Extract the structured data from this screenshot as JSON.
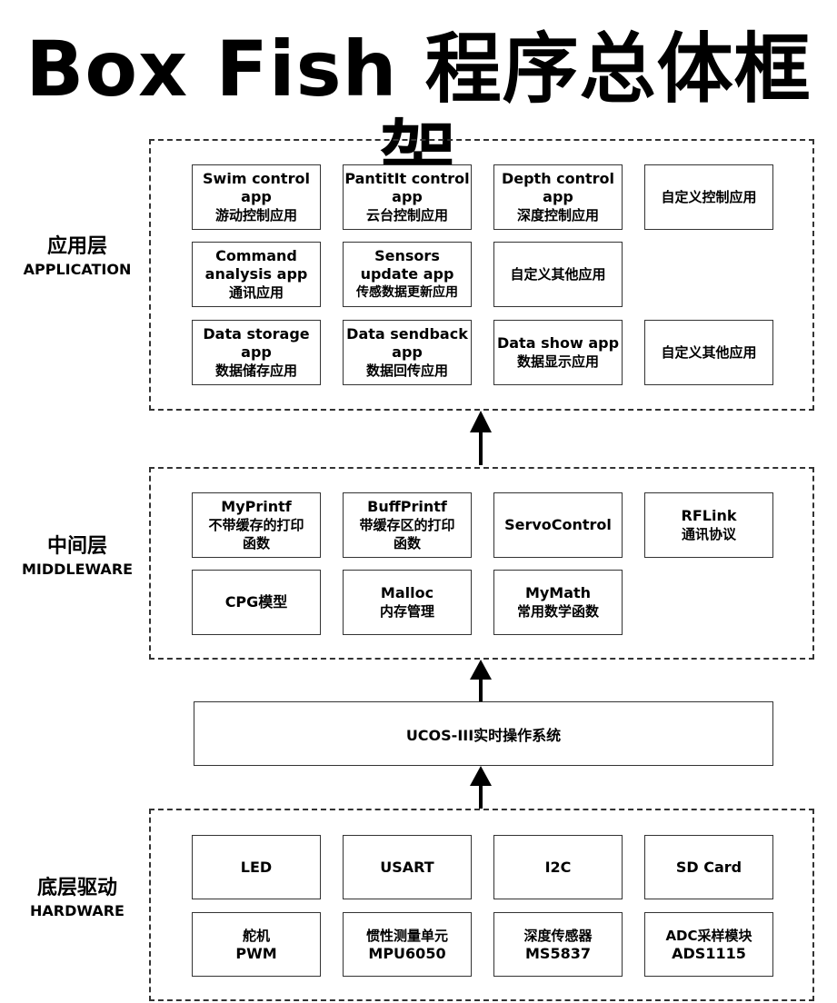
{
  "title": "Box Fish 程序总体框架",
  "layers": {
    "application": {
      "cn": "应用层",
      "en": "APPLICATION"
    },
    "middleware": {
      "cn": "中间层",
      "en": "MIDDLEWARE"
    },
    "hardware": {
      "cn": "底层驱动",
      "en": "HARDWARE"
    }
  },
  "app": {
    "r1c1": {
      "l1": "Swim control",
      "l2": "app",
      "l3": "游动控制应用"
    },
    "r1c2": {
      "l1": "PantitIt control",
      "l2": "app",
      "l3": "云台控制应用"
    },
    "r1c3": {
      "l1": "Depth control",
      "l2": "app",
      "l3": "深度控制应用"
    },
    "r1c4": {
      "l1": "自定义控制应用"
    },
    "r2c1": {
      "l1": "Command",
      "l2": "analysis app",
      "l3": "通讯应用"
    },
    "r2c2": {
      "l1": "Sensors",
      "l2": "update app",
      "l3": "传感数据更新应用"
    },
    "r2c3": {
      "l1": "自定义其他应用"
    },
    "r3c1": {
      "l1": "Data storage",
      "l2": "app",
      "l3": "数据储存应用"
    },
    "r3c2": {
      "l1": "Data sendback",
      "l2": "app",
      "l3": "数据回传应用"
    },
    "r3c3": {
      "l1": "Data show app",
      "l2": "数据显示应用"
    },
    "r3c4": {
      "l1": "自定义其他应用"
    }
  },
  "mid": {
    "myprintf": {
      "l1": "MyPrintf",
      "l2": "不带缓存的打印",
      "l3": "函数"
    },
    "buffprintf": {
      "l1": "BuffPrintf",
      "l2": "带缓存区的打印",
      "l3": "函数"
    },
    "servo": {
      "l1": "ServoControl"
    },
    "rflink": {
      "l1": "RFLink",
      "l2": "通讯协议"
    },
    "cpg": {
      "l1": "CPG模型"
    },
    "malloc": {
      "l1": "Malloc",
      "l2": "内存管理"
    },
    "mymath": {
      "l1": "MyMath",
      "l2": "常用数学函数"
    }
  },
  "os": "UCOS-III实时操作系统",
  "hw": {
    "led": {
      "l1": "LED"
    },
    "usart": {
      "l1": "USART"
    },
    "i2c": {
      "l1": "I2C"
    },
    "sdcard": {
      "l1": "SD Card"
    },
    "servo": {
      "l1": "舵机",
      "l2": "PWM"
    },
    "imu": {
      "l1": "惯性测量单元",
      "l2": "MPU6050"
    },
    "depth": {
      "l1": "深度传感器",
      "l2": "MS5837"
    },
    "adc": {
      "l1": "ADC采样模块",
      "l2": "ADS1115"
    }
  }
}
